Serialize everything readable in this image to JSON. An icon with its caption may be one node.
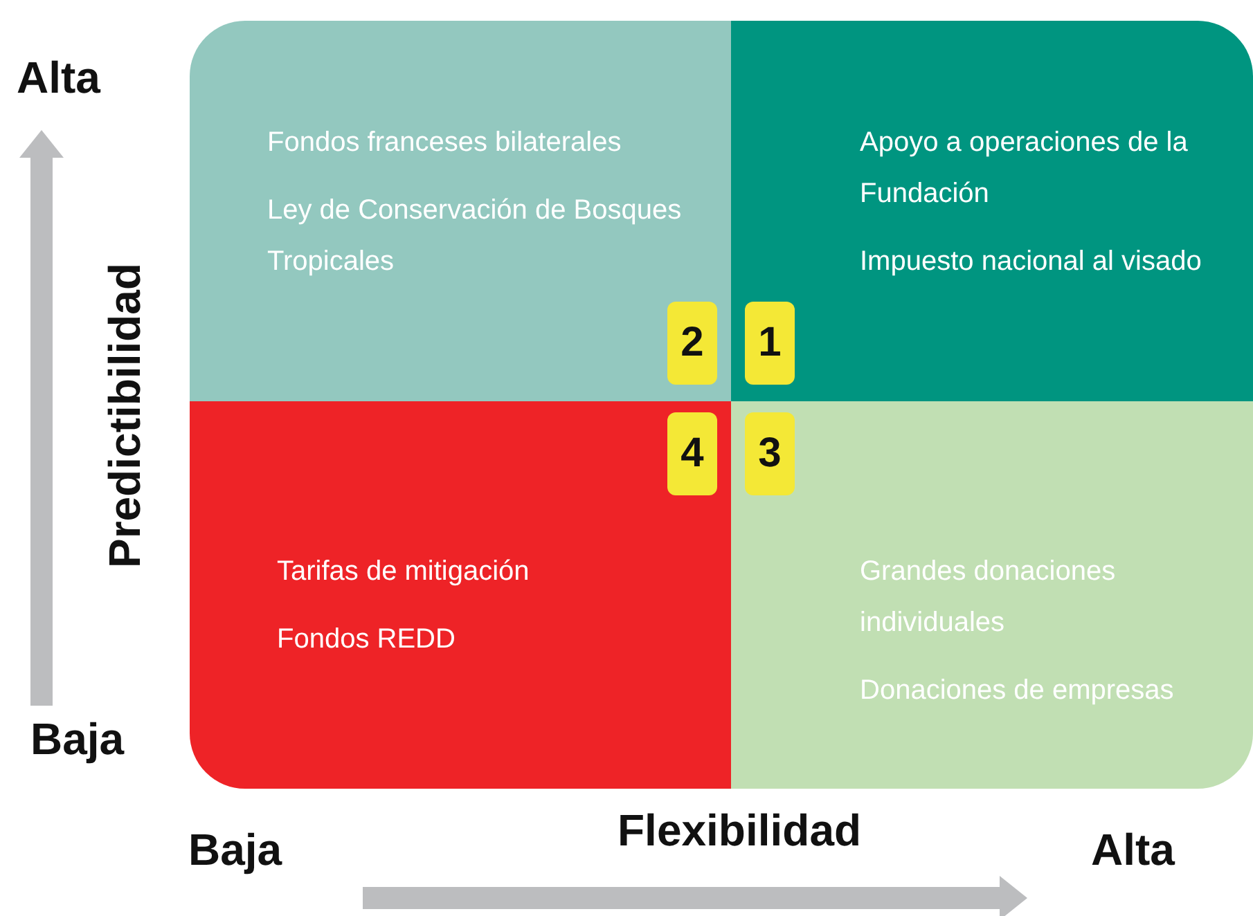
{
  "diagram": {
    "nodes": [
      {
        "text": [
          "Fondos franceses bilaterales",
          "Ley de Conservación de Bosques Tropicales"
        ]
      },
      {
        "text": [
          "2"
        ],
        "in": 0
      },
      {
        "text": [
          "Apoyo a operaciones de la Fundación",
          "Impuesto nacional al visado"
        ]
      },
      {
        "text": [
          "1"
        ],
        "in": 2
      },
      {
        "text": [
          "Tarifas de mitigación",
          "Fondos REDD"
        ]
      },
      {
        "text": [
          "4"
        ],
        "in": 4
      },
      {
        "text": [
          "Grandes donaciones individuales",
          "Donaciones de empresas"
        ]
      },
      {
        "text": [
          "3"
        ],
        "in": 6
      }
    ],
    "labels": [
      "Alta",
      "Predictibilidad",
      "Baja",
      "Baja",
      "Flexibilidad",
      "Alta"
    ]
  }
}
